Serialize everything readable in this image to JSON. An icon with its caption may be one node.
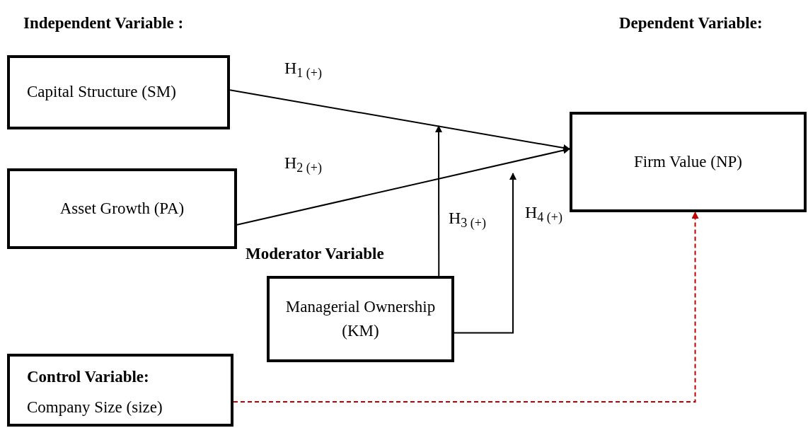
{
  "diagram": {
    "nodes": [
      {
        "text": [
          "Capital Structure (SM)"
        ]
      },
      {
        "text": [
          "Asset Growth (PA)"
        ]
      },
      {
        "text": [
          "Firm Value (NP)"
        ]
      },
      {
        "text": [
          "Managerial Ownership (KM)"
        ],
        "beside": [
          "Moderator Variable"
        ]
      },
      {
        "text": [
          "Control Variable:",
          "Company Size (size)"
        ]
      }
    ],
    "edges": [
      {
        "from": 0,
        "to": 2,
        "arrow": "to",
        "label": "H$_{1 (+)}$"
      },
      {
        "from": 1,
        "to": 2,
        "arrow": "to",
        "label": "H$_{2 (+)}$"
      },
      {
        "from": 3,
        "to": null,
        "arrow": "to",
        "label": "H$_{3 (+)}$"
      },
      {
        "from": 3,
        "to": null,
        "arrow": "to",
        "label": "H$_{4 (+)}$"
      },
      {
        "from": 4,
        "to": 2,
        "arrow": "to",
        "style": "dashed",
        "color": "#c00000"
      }
    ],
    "labels": [
      "Independent Variable :",
      "Dependent Variable:"
    ]
  }
}
